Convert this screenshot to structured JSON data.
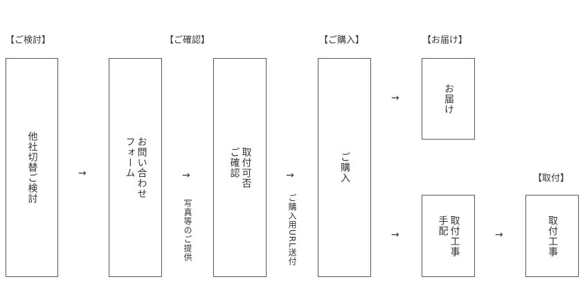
{
  "headers": {
    "consider": "【ご検討】",
    "confirm": "【ご確認】",
    "purchase": "【ご購入】",
    "delivery": "【お届け】",
    "install": "【取付】"
  },
  "boxes": {
    "b1": "他社切替ご検討",
    "b2": "お問い合わせ\nフォーム",
    "b3": "取付可否\nご確認",
    "b4": "ご購入",
    "b5": "お届け",
    "b6": "取付工事\n手配",
    "b7": "取付工事"
  },
  "arrow": "→",
  "labels": {
    "photos": "写真等のご提供",
    "url": "ご購入用URL送付"
  }
}
